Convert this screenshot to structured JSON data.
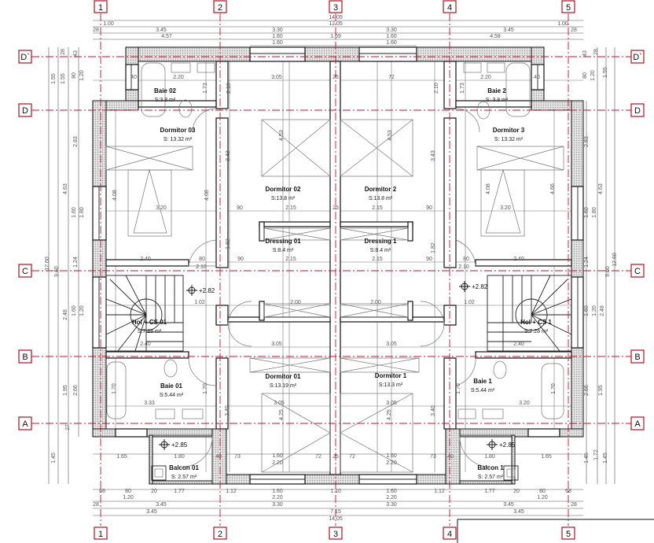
{
  "grid": {
    "columns": [
      "1",
      "2",
      "3",
      "4",
      "5"
    ],
    "rows": [
      "D`",
      "D",
      "C",
      "B",
      "A"
    ],
    "axis_color": "#c8102e"
  },
  "rooms": [
    {
      "name": "Baie 02",
      "area": "S:3.8 m²"
    },
    {
      "name": "Baie 2",
      "area": "S: 3.8 m²"
    },
    {
      "name": "Dormitor 03",
      "area": "S: 13.32 m²"
    },
    {
      "name": "Dormitor 3",
      "area": "S: 13.32 m²"
    },
    {
      "name": "Dormitor 02",
      "area": "S:13.8 m²"
    },
    {
      "name": "Dormitor 2",
      "area": "S:13.8 m²"
    },
    {
      "name": "Dressing 01",
      "area": "S:8.4 m²"
    },
    {
      "name": "Dressing 1",
      "area": "S:8.4 m²"
    },
    {
      "name": "Hol + CS 01",
      "area": "S:7.28 m²"
    },
    {
      "name": "Hol + CS 1",
      "area": "S:7.28 m²"
    },
    {
      "name": "Baie 01",
      "area": "S:5.44 m²"
    },
    {
      "name": "Baie 1",
      "area": "S:5.44 m²"
    },
    {
      "name": "Dormitor 01",
      "area": "S:13.19 m²"
    },
    {
      "name": "Dormitor 1",
      "area": "S:13.3 m²"
    },
    {
      "name": "Balcon 01",
      "area": "S: 2.57 m²"
    },
    {
      "name": "Balcon 1",
      "area": "S: 2.57 m²"
    }
  ],
  "levels": [
    "+2.82",
    "+2.82",
    "+2.85",
    "+2.85"
  ],
  "dimensions": [
    "14.05",
    "1.00",
    "12.05",
    "1.00",
    "28",
    "3.45",
    "3.30",
    "3.30",
    "3.45",
    "28",
    "4.57",
    "1.60",
    "1.69",
    "1.60",
    "4.58",
    "1.60",
    "1.60",
    "68",
    "80",
    "1.20",
    "20",
    "1.77",
    "1.12",
    "1.60",
    "2.20",
    "1.10",
    "1.60",
    "2.20",
    "1.12",
    "1.77",
    "20",
    "80",
    "1.20",
    "68",
    "28",
    "3.45",
    "3.30",
    "3.30",
    "3.45",
    "28",
    "3.45",
    "7.15",
    "3.45",
    "14.05",
    "1.65",
    "1.80",
    "40",
    "73",
    "1.60",
    "2.20",
    "72",
    "25",
    "72",
    "1.60",
    "2.20",
    "73",
    "40",
    "1.80",
    "1.65",
    "12.60",
    "9.60",
    "1.55",
    "1.55",
    "28",
    "43",
    "80",
    "1.20",
    "4.63",
    "2.48",
    "1.95",
    "1.45",
    "2.83",
    "1.60",
    "1.80",
    "1.24",
    "1.60",
    "1.20",
    "2.66",
    "27",
    "2.83",
    "4.63",
    "1.60",
    "1.80",
    "1.24",
    "9.60",
    "12.60",
    "1.60",
    "1.20",
    "2.48",
    "2.66",
    "1.95",
    "1.45",
    "1.72",
    "1.45",
    "1.55",
    "43",
    "28",
    "80",
    "1.20",
    "40",
    "2.20",
    "3.05",
    "25",
    "72",
    "2.20",
    "40",
    "1.73",
    "2.10",
    "1.73",
    "2.10",
    "4.53",
    "4.53",
    "3.43",
    "3.43",
    "4.08",
    "4.08",
    "4.08",
    "4.66",
    "3.20",
    "90",
    "2.15",
    "25",
    "2.15",
    "90",
    "3.20",
    "2.40",
    "80",
    "90",
    "2.15",
    "2.15",
    "90",
    "80",
    "2.40",
    "2.10",
    "2.10",
    "1.02",
    "2.00",
    "2.00",
    "1.02",
    "2.40",
    "3.05",
    "3.05",
    "2.40",
    "3.33",
    "3.05",
    "3.05",
    "3.20",
    "4.25",
    "4.25",
    "3.40",
    "3.40",
    "1.70",
    "1.70",
    "1.70",
    "1.70",
    "1.82",
    "1.82"
  ]
}
